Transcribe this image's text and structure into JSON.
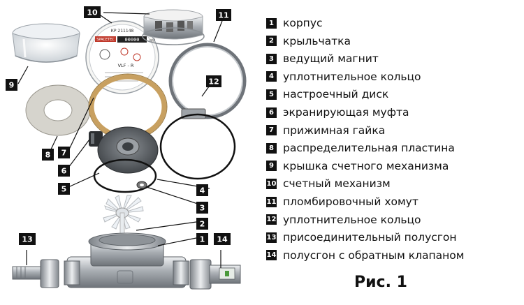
{
  "legend": [
    {
      "num": "1",
      "text": "корпус"
    },
    {
      "num": "2",
      "text": "крыльчатка"
    },
    {
      "num": "3",
      "text": "ведущий магнит"
    },
    {
      "num": "4",
      "text": "уплотнительное кольцо"
    },
    {
      "num": "5",
      "text": "настроечный диск"
    },
    {
      "num": "6",
      "text": "экранирующая муфта"
    },
    {
      "num": "7",
      "text": "прижимная гайка"
    },
    {
      "num": "8",
      "text": "распределительная пластина"
    },
    {
      "num": "9",
      "text": "крышка счетного механизма"
    },
    {
      "num": "10",
      "text": "счетный механизм"
    },
    {
      "num": "11",
      "text": "пломбировочный хомут"
    },
    {
      "num": "12",
      "text": "уплотнительное кольцо"
    },
    {
      "num": "13",
      "text": "присоединительный полусгон"
    },
    {
      "num": "14",
      "text": "полусгон с обратным клапаном"
    }
  ],
  "caption": "Рис. 1",
  "dial": {
    "serial": "КР 211148",
    "brand": "SPACETEC",
    "model": "VLF - R",
    "counter": "00000",
    "unit": "m³"
  },
  "colors": {
    "tag_bg": "#111111",
    "brass": "#c8a060",
    "metal": "#b8bcc0"
  }
}
